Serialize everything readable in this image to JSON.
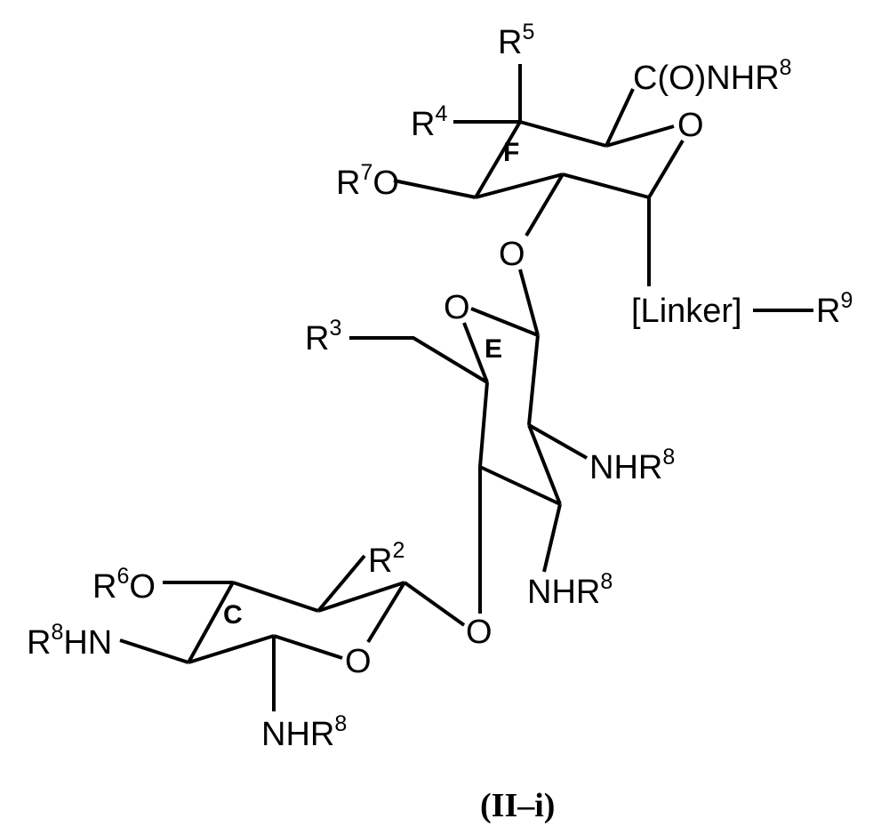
{
  "compound_label": "(II–i)",
  "rings": {
    "F": "F",
    "E": "E",
    "C": "C"
  },
  "labels": {
    "r5": {
      "base": "R",
      "sup": "5"
    },
    "r4": {
      "base": "R",
      "sup": "4"
    },
    "r7o": {
      "base": "R",
      "sup": "7",
      "tail": "O"
    },
    "conhr8": {
      "base": "C(O)NHR",
      "sup": "8"
    },
    "o_f_ring": "O",
    "o_glyco_fe": "O",
    "linker": "[Linker]",
    "r9": {
      "base": "R",
      "sup": "9"
    },
    "o_e_ring": "O",
    "r3": {
      "base": "R",
      "sup": "3"
    },
    "nhr8_e1": {
      "base": "NHR",
      "sup": "8"
    },
    "nhr8_e2": {
      "base": "NHR",
      "sup": "8"
    },
    "o_glyco_ec": "O",
    "r2": {
      "base": "R",
      "sup": "2"
    },
    "r6o": {
      "base": "R",
      "sup": "6",
      "tail": "O"
    },
    "r8hn": {
      "base": "R",
      "sup": "8",
      "tail": "HN"
    },
    "o_c_ring": "O",
    "nhr8_c": {
      "base": "NHR",
      "sup": "8"
    }
  }
}
